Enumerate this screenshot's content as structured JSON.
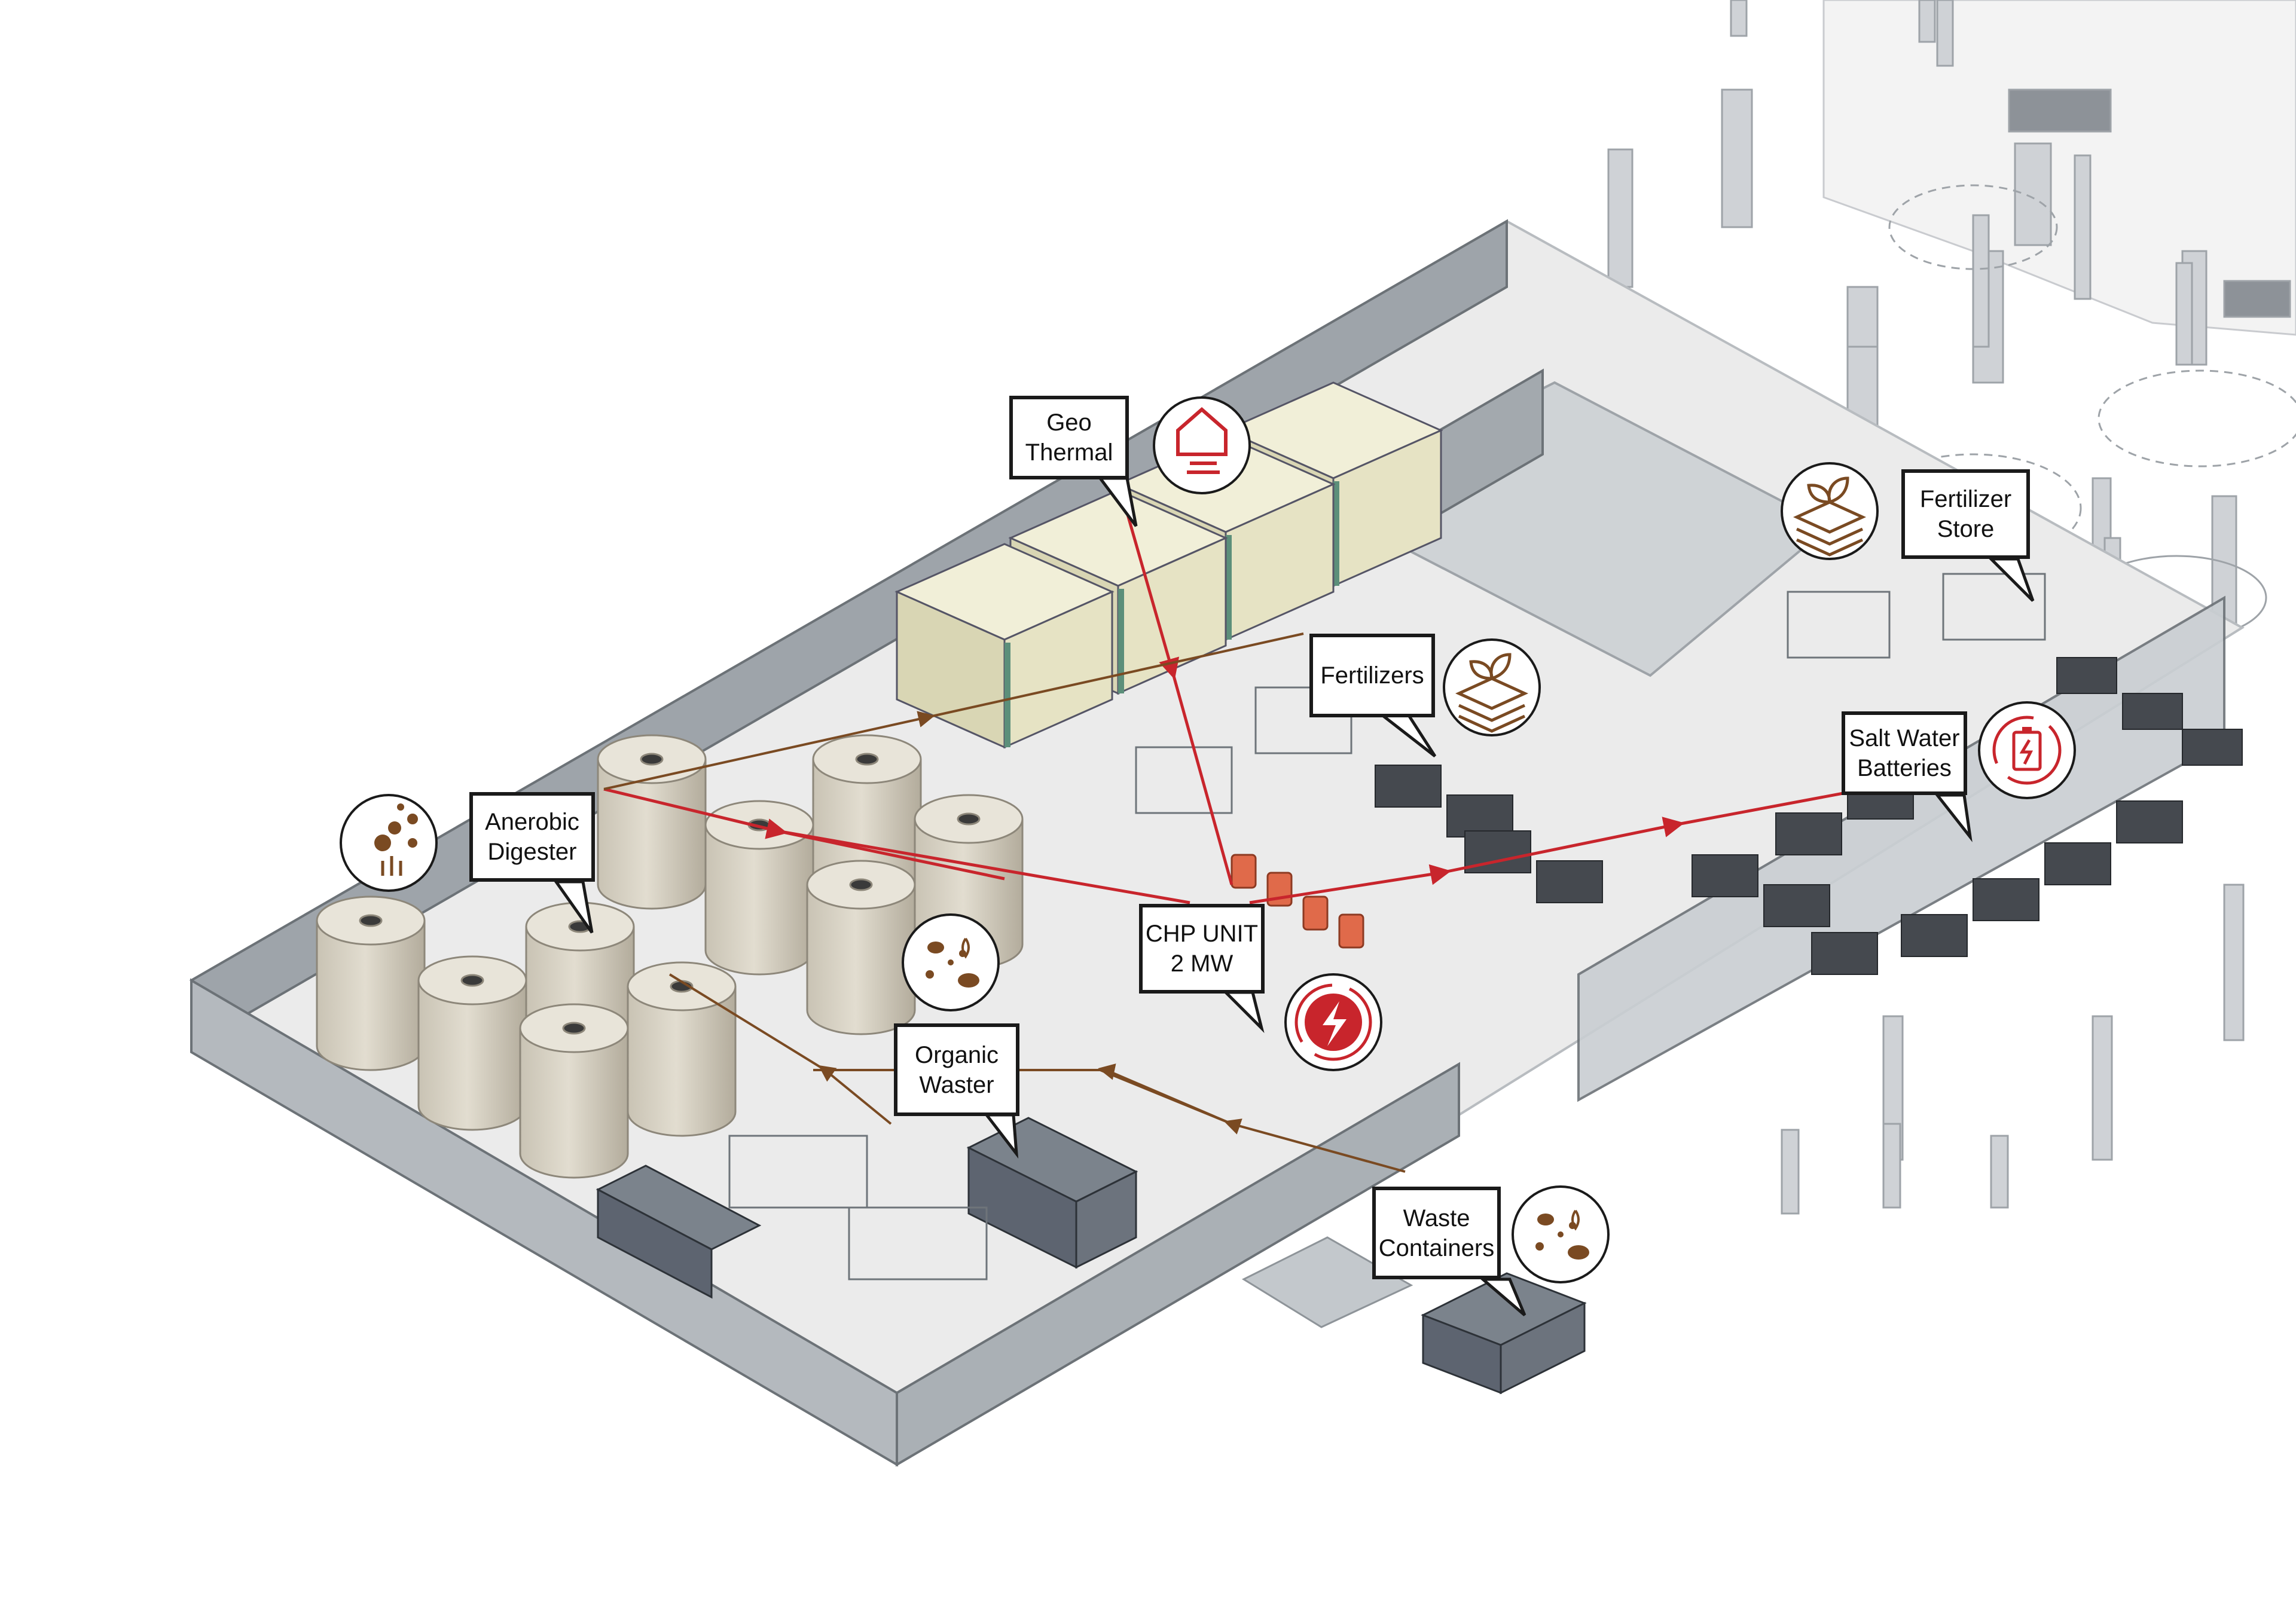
{
  "labels": {
    "geo_thermal": [
      "Geo",
      "Thermal"
    ],
    "anaerobic_digester": [
      "Anerobic",
      "Digester"
    ],
    "fertilizers": [
      "Fertilizers"
    ],
    "fertilizer_store": [
      "Fertilizer",
      "Store"
    ],
    "salt_water_batteries": [
      "Salt Water",
      "Batteries"
    ],
    "chp_unit": [
      "CHP UNIT",
      "2 MW"
    ],
    "organic_waster": [
      "Organic",
      "Waster"
    ],
    "waste_containers": [
      "Waste",
      "Containers"
    ]
  },
  "icons": {
    "geo_thermal": "geothermal-house-icon",
    "anaerobic_digester": "digester-bubbles-icon",
    "fertilizers": "fertilizer-layers-icon",
    "fertilizer_store": "fertilizer-layers-icon",
    "salt_water_batteries": "battery-charge-icon",
    "chp_unit": "lightning-cycle-icon",
    "organic_waster": "organic-waste-icon",
    "waste_containers": "organic-waste-icon"
  },
  "colors": {
    "energy_flow": "#c8252c",
    "waste_flow": "#7a4a22",
    "icon_red": "#c8252c",
    "icon_brown": "#7a4a22",
    "tank": "#d6d1c4",
    "generator": "#e6e2c4",
    "generator_trim": "#5c8f7a",
    "container": "#5d6470",
    "wall": "#9aa0a6",
    "floor": "#ececec"
  }
}
